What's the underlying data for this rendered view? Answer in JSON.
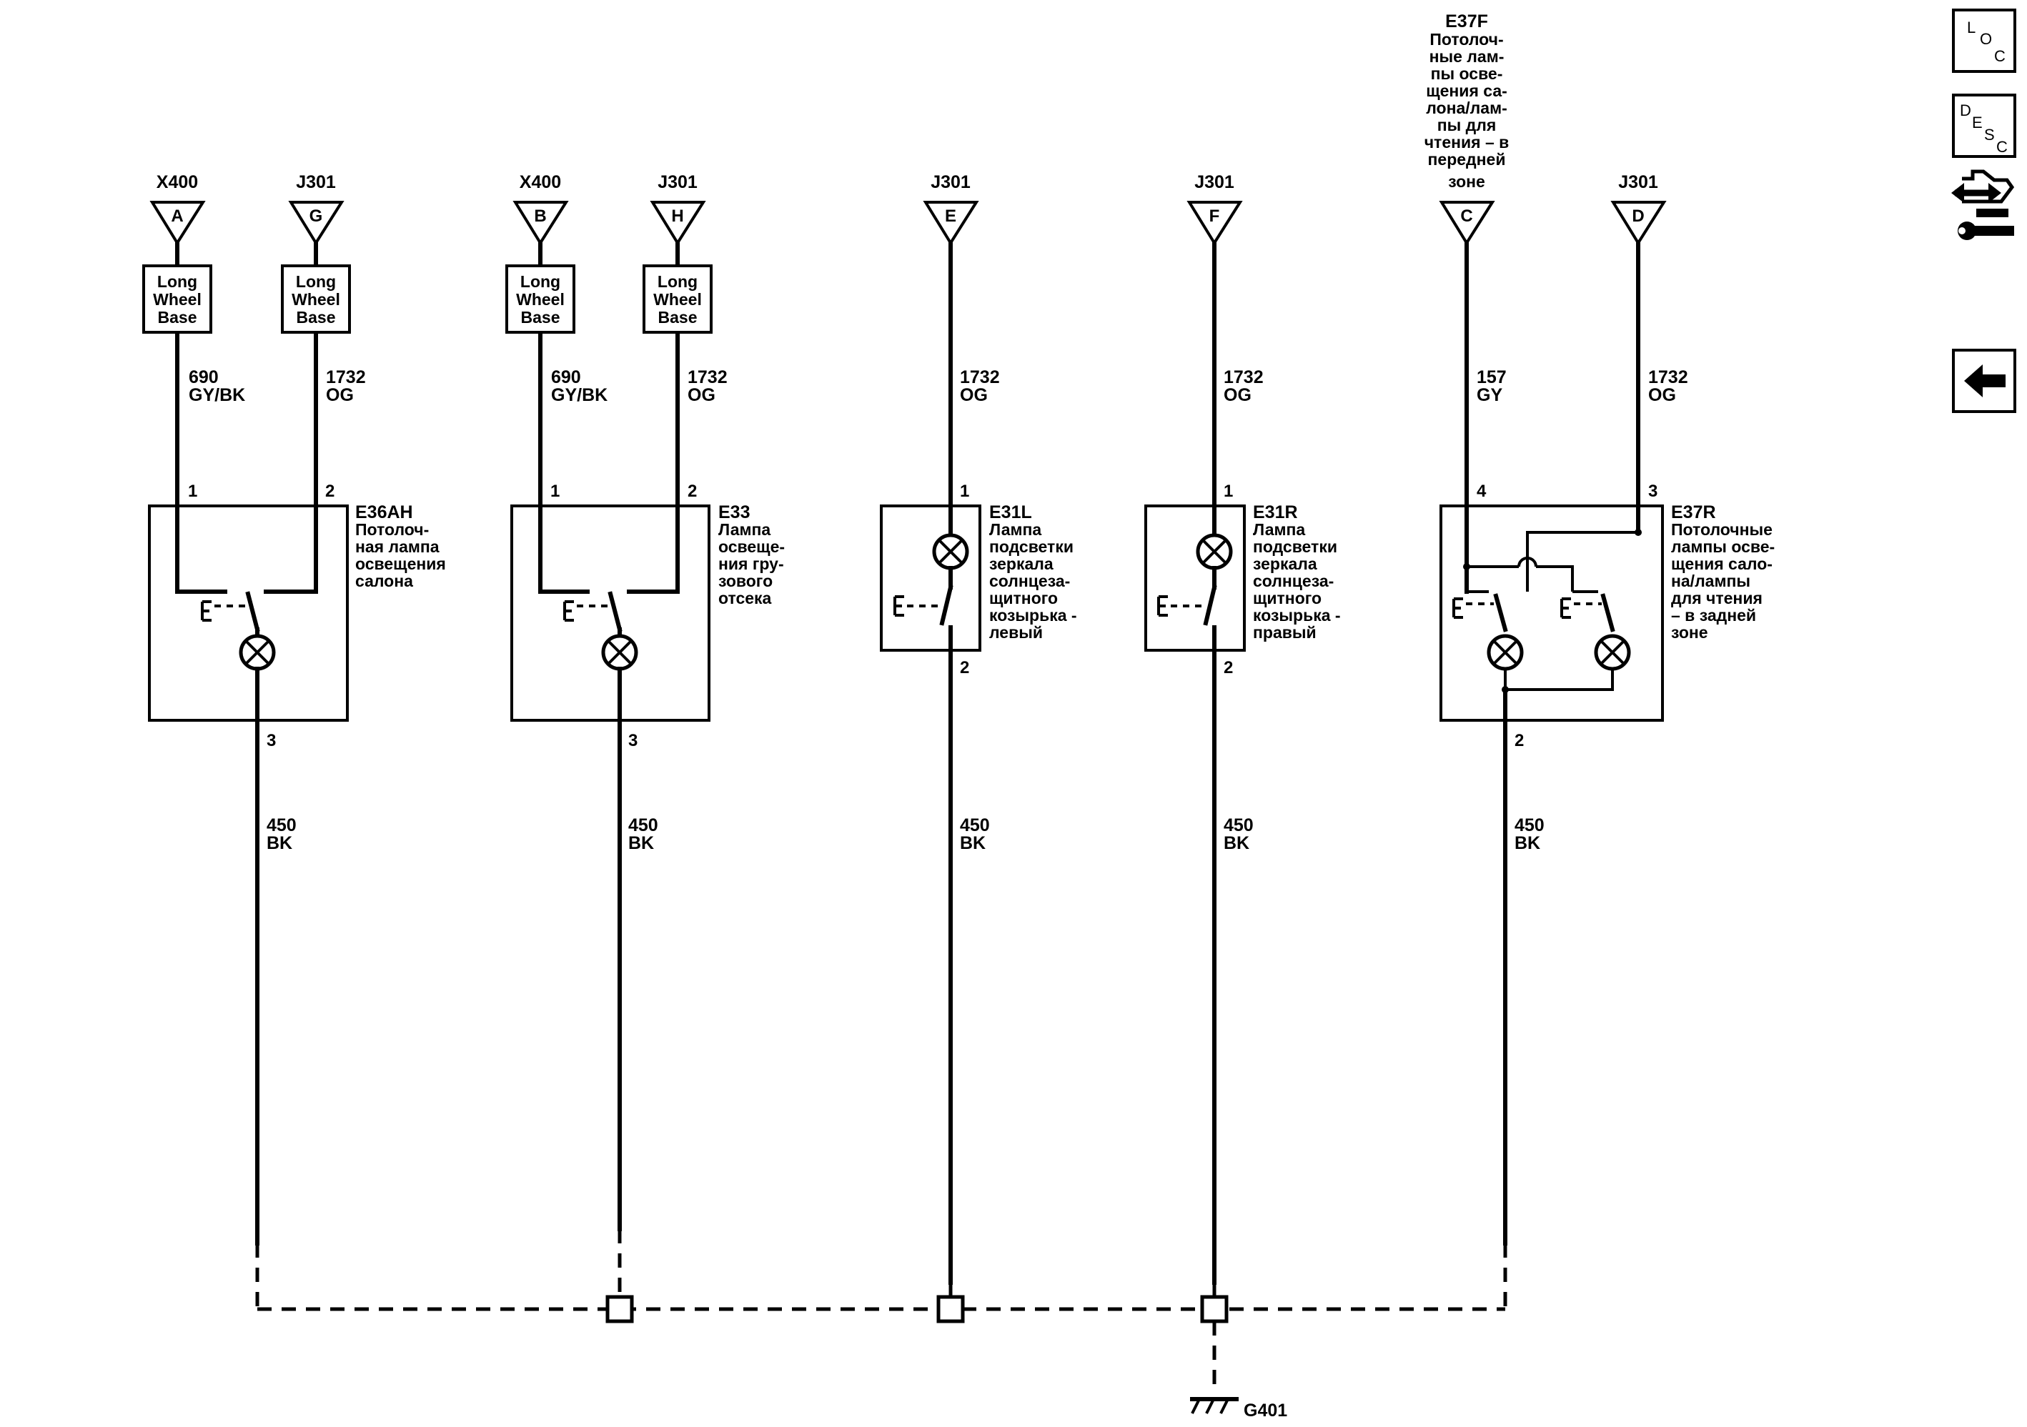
{
  "connectors": [
    {
      "name": "X400",
      "pin": "A"
    },
    {
      "name": "J301",
      "pin": "G"
    },
    {
      "name": "X400",
      "pin": "B"
    },
    {
      "name": "J301",
      "pin": "H"
    },
    {
      "name": "J301",
      "pin": "E"
    },
    {
      "name": "J301",
      "pin": "F"
    },
    {
      "name": "E37F",
      "pin": "C",
      "lines": [
        "Потолоч-",
        "ные лам-",
        "пы осве-",
        "щения са-",
        "лона/лам-",
        "пы для",
        "чтения – в",
        "передней",
        "зоне"
      ]
    },
    {
      "name": "J301",
      "pin": "D"
    }
  ],
  "option_label": [
    "Long",
    "Wheel",
    "Base"
  ],
  "wires": [
    {
      "circuit": "690",
      "color": "GY/BK"
    },
    {
      "circuit": "1732",
      "color": "OG"
    },
    {
      "circuit": "690",
      "color": "GY/BK"
    },
    {
      "circuit": "1732",
      "color": "OG"
    },
    {
      "circuit": "1732",
      "color": "OG"
    },
    {
      "circuit": "1732",
      "color": "OG"
    },
    {
      "circuit": "157",
      "color": "GY"
    },
    {
      "circuit": "1732",
      "color": "OG"
    }
  ],
  "ground_wires": [
    {
      "circuit": "450",
      "color": "BK"
    },
    {
      "circuit": "450",
      "color": "BK"
    },
    {
      "circuit": "450",
      "color": "BK"
    },
    {
      "circuit": "450",
      "color": "BK"
    },
    {
      "circuit": "450",
      "color": "BK"
    }
  ],
  "components": [
    {
      "id": "E36AH",
      "lines": [
        "Потолоч-",
        "ная лампа",
        "освещения",
        "салона"
      ],
      "pins": [
        "1",
        "2",
        "3"
      ]
    },
    {
      "id": "E33",
      "lines": [
        "Лампа",
        "освеще-",
        "ния гру-",
        "зового",
        "отсека"
      ],
      "pins": [
        "1",
        "2",
        "3"
      ]
    },
    {
      "id": "E31L",
      "lines": [
        "Лампа",
        "подсветки",
        "зеркала",
        "солнцеза-",
        "щитного",
        "козырька -",
        "левый"
      ],
      "pins": [
        "1",
        "2"
      ]
    },
    {
      "id": "E31R",
      "lines": [
        "Лампа",
        "подсветки",
        "зеркала",
        "солнцеза-",
        "щитного",
        "козырька -",
        "правый"
      ],
      "pins": [
        "1",
        "2"
      ]
    },
    {
      "id": "E37R",
      "lines": [
        "Потолочные",
        "лампы осве-",
        "щения сало-",
        "на/лампы",
        "для чтения",
        "– в задней",
        "зоне"
      ],
      "pins": [
        "4",
        "3",
        "2"
      ]
    }
  ],
  "ground": {
    "id": "G401"
  },
  "nav": {
    "loc": {
      "l": "L",
      "o": "O",
      "c": "C"
    },
    "desc": {
      "d": "D",
      "e": "E",
      "s": "S",
      "c": "C"
    },
    "connector_icon": "connector-wrench-icon",
    "back_icon": "arrow-left-icon"
  }
}
